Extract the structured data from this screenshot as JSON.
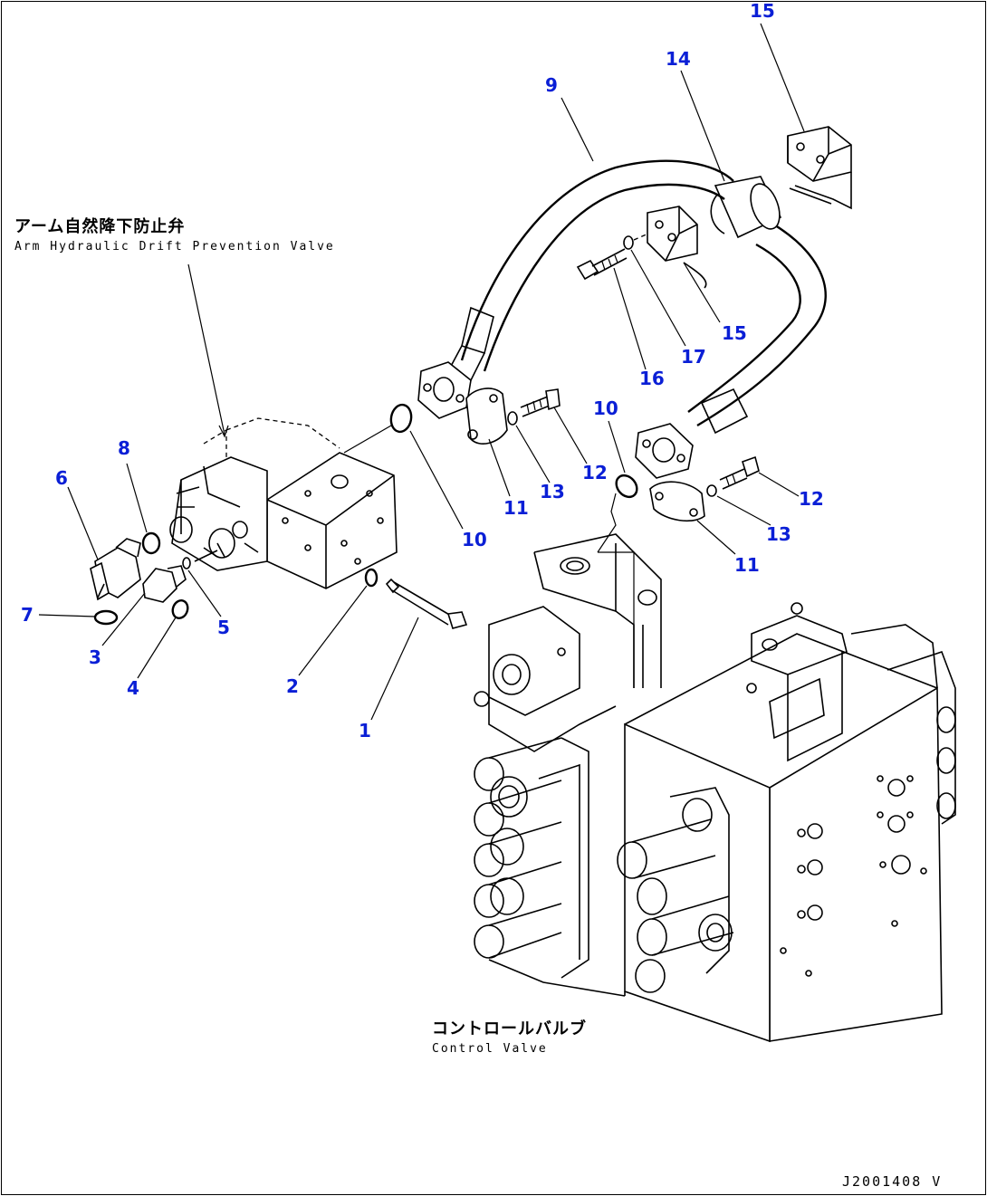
{
  "diagram": {
    "labels": {
      "arm_valve_jp": "アーム自然降下防止弁",
      "arm_valve_en": "Arm Hydraulic Drift Prevention Valve",
      "control_valve_jp": "コントロールバルブ",
      "control_valve_en": "Control Valve",
      "drawing_id": "J2001408 V"
    },
    "callouts": {
      "c1": "1",
      "c2": "2",
      "c3": "3",
      "c4": "4",
      "c5": "5",
      "c6": "6",
      "c7": "7",
      "c8": "8",
      "c9": "9",
      "c10a": "10",
      "c10b": "10",
      "c11a": "11",
      "c11b": "11",
      "c12a": "12",
      "c12b": "12",
      "c13a": "13",
      "c13b": "13",
      "c14": "14",
      "c15a": "15",
      "c15b": "15",
      "c16": "16",
      "c17": "17"
    },
    "colors": {
      "callout": "#0a1fd6",
      "line": "#000000"
    }
  }
}
